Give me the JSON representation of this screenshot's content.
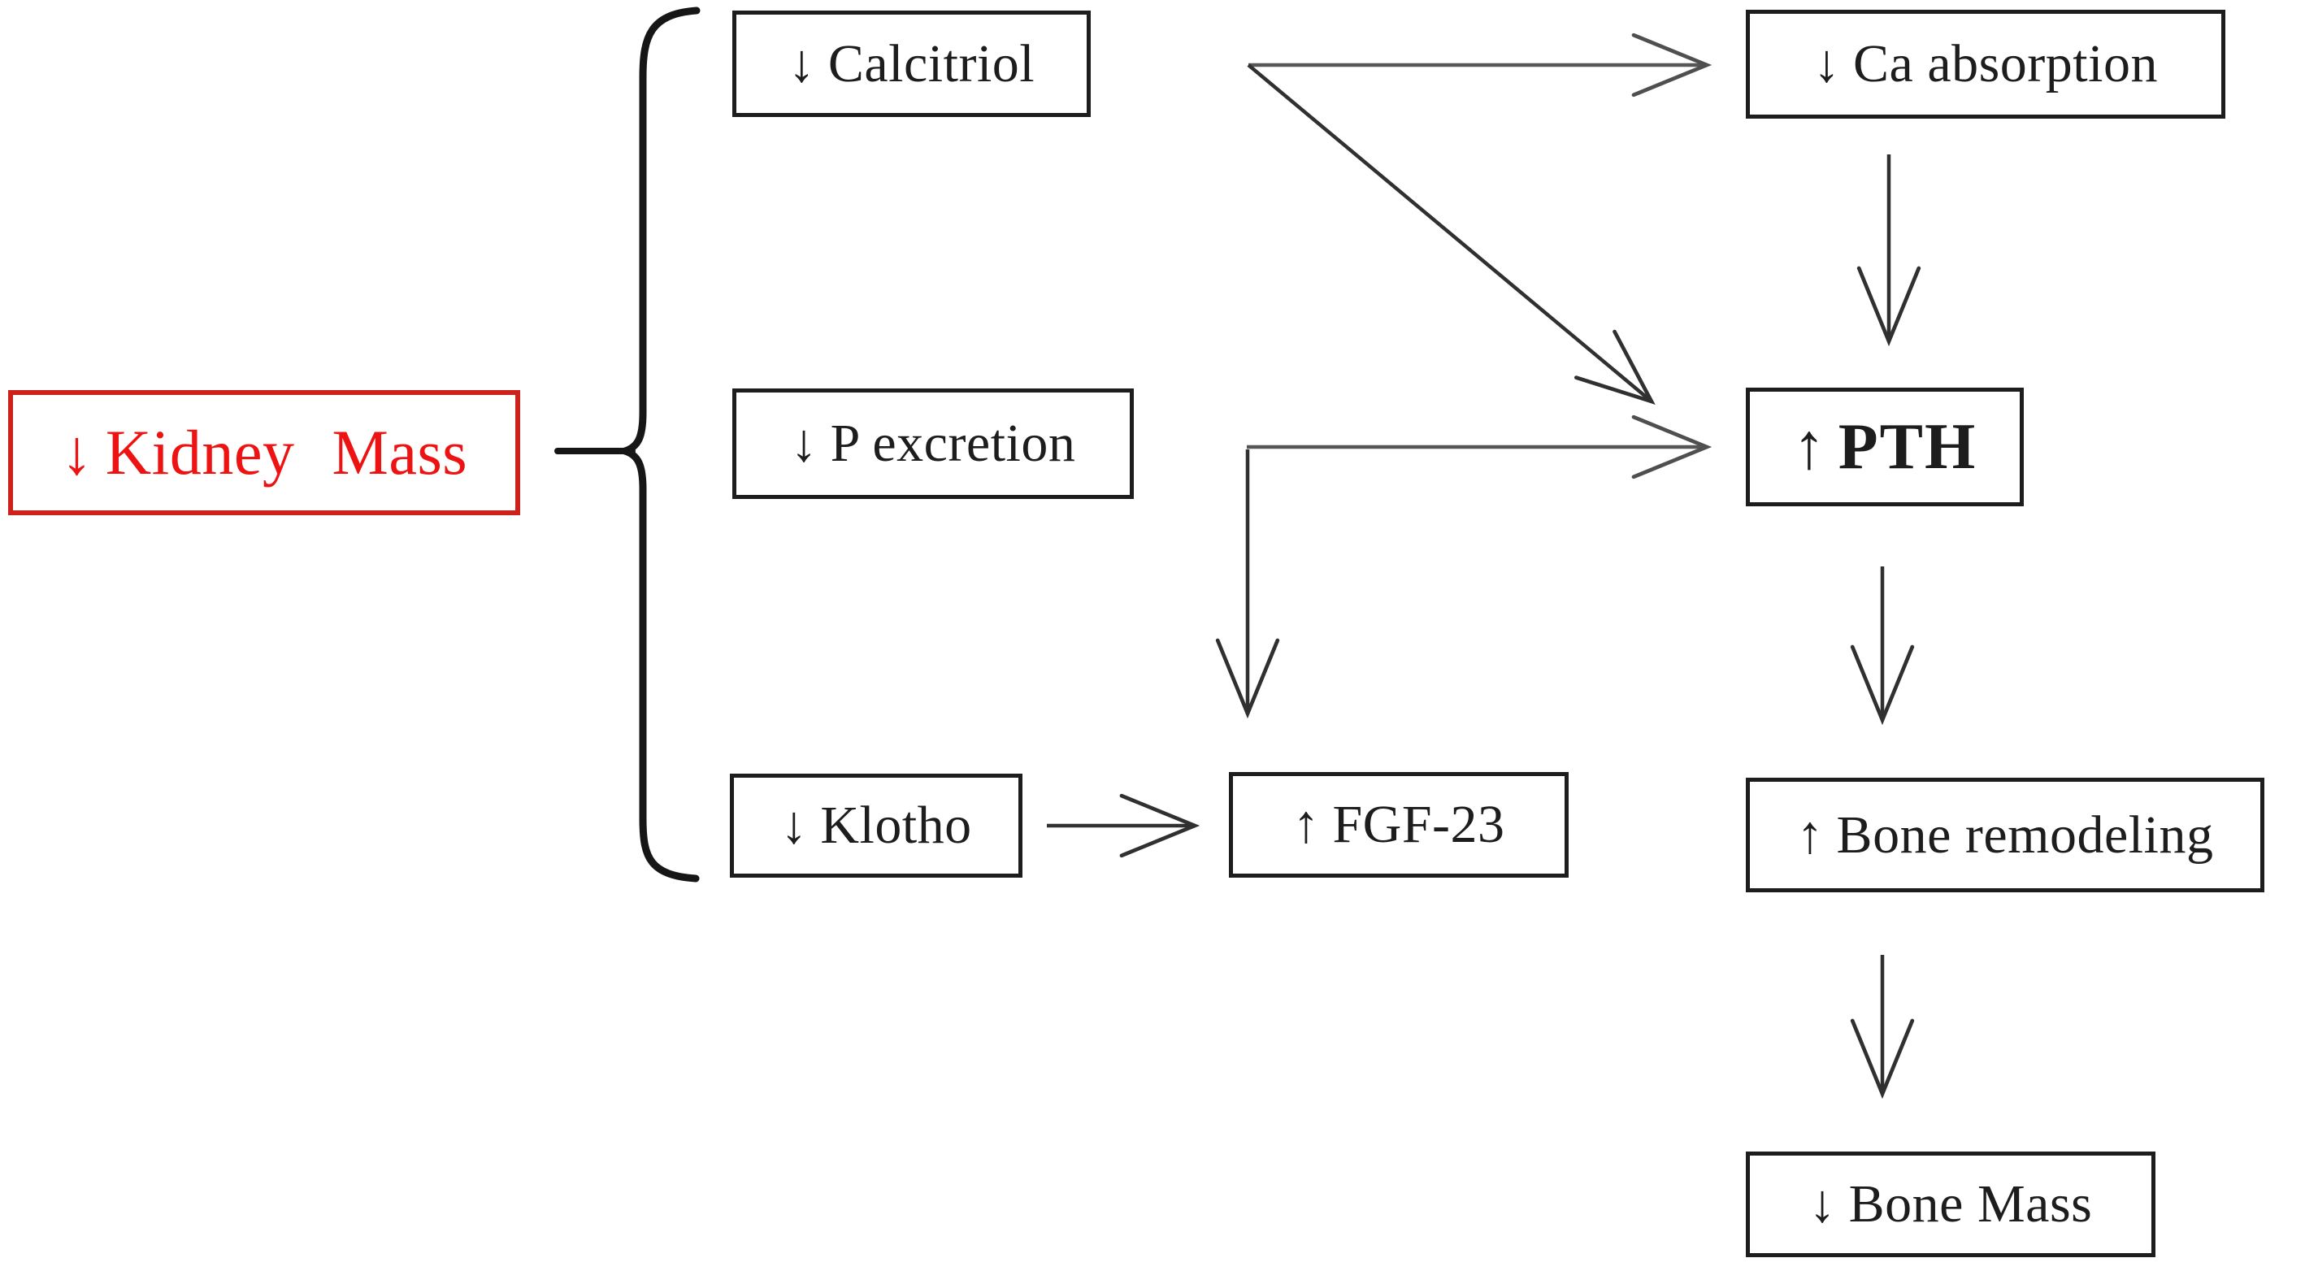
{
  "diagram": {
    "colors": {
      "accent_red_border": "#cd211b",
      "accent_red_text": "#ee1313",
      "box_border": "#1d1d1d",
      "line_dark": "#303030",
      "line_gray": "#565656"
    },
    "nodes": {
      "kidney_mass": {
        "glyph": "↓",
        "label": "Kidney Mass"
      },
      "calcitriol": {
        "glyph": "↓",
        "label": "Calcitriol"
      },
      "p_excretion": {
        "glyph": "↓",
        "label": "P excretion"
      },
      "klotho": {
        "glyph": "↓",
        "label": "Klotho"
      },
      "fgf23": {
        "glyph": "↑",
        "label": "FGF-23"
      },
      "ca_absorption": {
        "glyph": "↓",
        "label": "Ca absorption"
      },
      "pth": {
        "glyph": "↑",
        "label": "PTH"
      },
      "bone_remodeling": {
        "glyph": "↑",
        "label": "Bone remodeling"
      },
      "bone_mass": {
        "glyph": "↓",
        "label": "Bone Mass"
      }
    },
    "edges": [
      {
        "from": "kidney_mass",
        "to": "calcitriol",
        "type": "brace"
      },
      {
        "from": "kidney_mass",
        "to": "p_excretion",
        "type": "brace"
      },
      {
        "from": "kidney_mass",
        "to": "klotho",
        "type": "brace"
      },
      {
        "from": "calcitriol",
        "to": "ca_absorption",
        "type": "arrow"
      },
      {
        "from": "calcitriol",
        "to": "pth",
        "type": "arrow"
      },
      {
        "from": "ca_absorption",
        "to": "pth",
        "type": "arrow"
      },
      {
        "from": "p_excretion",
        "to": "pth",
        "type": "arrow"
      },
      {
        "from": "p_excretion",
        "to": "fgf23",
        "type": "arrow"
      },
      {
        "from": "klotho",
        "to": "fgf23",
        "type": "arrow"
      },
      {
        "from": "pth",
        "to": "bone_remodeling",
        "type": "arrow"
      },
      {
        "from": "bone_remodeling",
        "to": "bone_mass",
        "type": "arrow"
      }
    ]
  }
}
